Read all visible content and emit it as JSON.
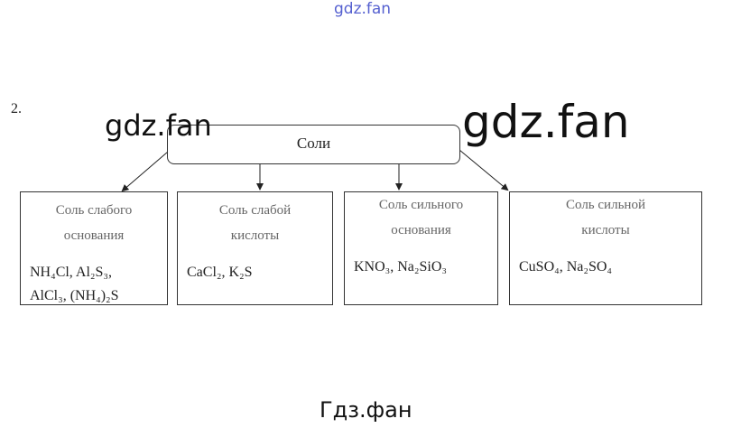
{
  "watermarks": {
    "top": "gdz.fan",
    "left": "gdz.fan",
    "right": "gdz.fan",
    "bottom": "Гдз.фан"
  },
  "task_number": "2.",
  "root": {
    "label": "Соли"
  },
  "categories": [
    {
      "title_line1": "Соль слабого",
      "title_line2": "основания",
      "formula_line1": "NH₄Cl, Al₂S₃,",
      "formula_line2": "AlCl₃, (NH₄)₂S"
    },
    {
      "title_line1": "Соль слабой",
      "title_line2": "кислоты",
      "formula_line1": "CaCl₂, K₂S",
      "formula_line2": ""
    },
    {
      "title_line1": "Соль сильного",
      "title_line2": "основания",
      "formula_line1": "KNO₃, Na₂SiO₃",
      "formula_line2": ""
    },
    {
      "title_line1": "Соль сильной",
      "title_line2": "кислоты",
      "formula_line1": "CuSO₄, Na₂SO₄",
      "formula_line2": ""
    }
  ],
  "colors": {
    "watermark_top": "#5560d0"
  }
}
